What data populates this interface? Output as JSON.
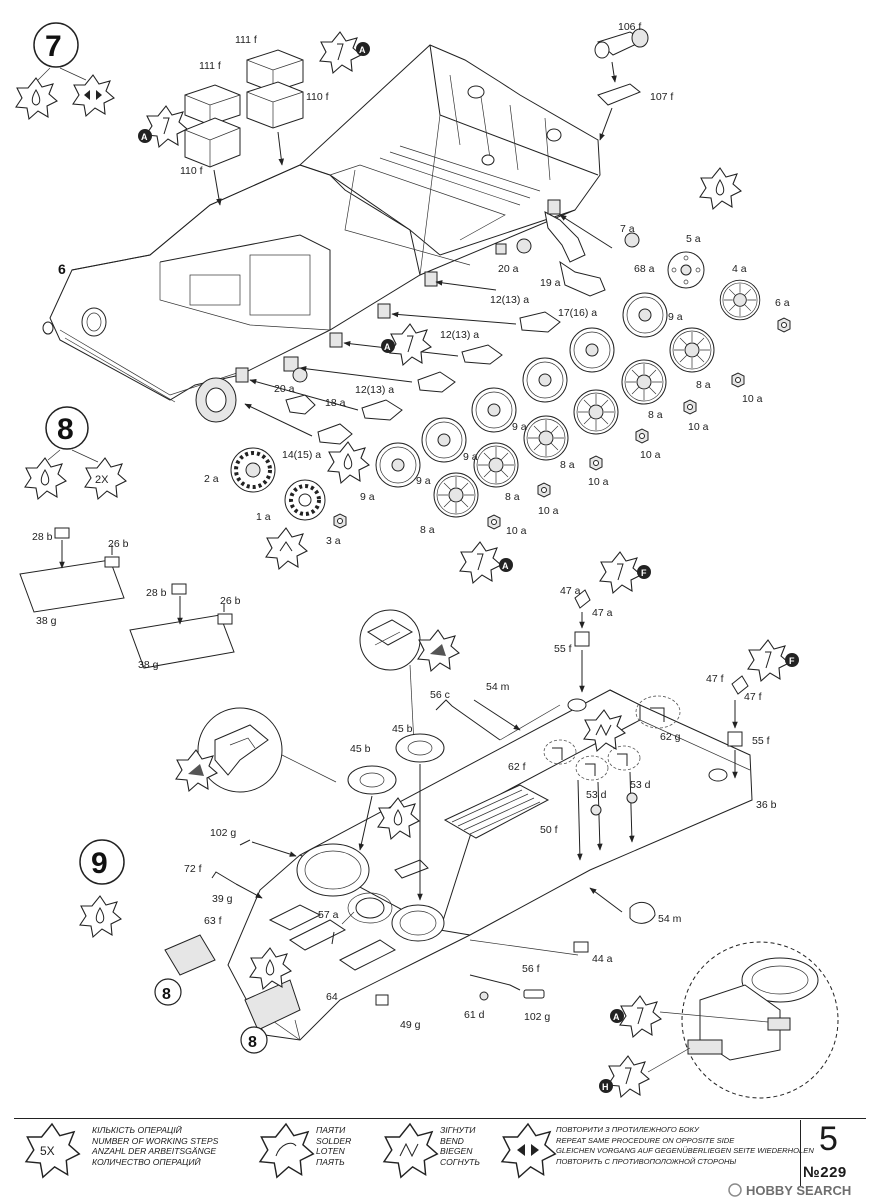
{
  "steps": {
    "step7": "7",
    "step8": "8",
    "step9": "9",
    "marker6": "6",
    "ref8a": "8",
    "ref8b": "8",
    "repeat_2x": "2X"
  },
  "callouts": {
    "A": "A",
    "F": "F",
    "H": "H"
  },
  "labels_step7": [
    "111 f",
    "111 f",
    "110 f",
    "110 f",
    "106 f",
    "107 f",
    "20 a",
    "20 a",
    "7 a",
    "5 a",
    "4 a",
    "6 a",
    "68 a",
    "19 a",
    "17(16) a",
    "12(13) a",
    "12(13) a",
    "12(13) a",
    "18 a",
    "14(15) a",
    "2 a",
    "1 a",
    "3 a"
  ],
  "labels_wheels": [
    "9 a",
    "9 a",
    "9 a",
    "9 a",
    "9 a",
    "8 a",
    "8 a",
    "8 a",
    "8 a",
    "8 a",
    "10 a",
    "10 a",
    "10 a",
    "10 a",
    "10 a",
    "10 a"
  ],
  "labels_step8": [
    "28 b",
    "26 b",
    "38 g",
    "28 b",
    "26 b",
    "38 g"
  ],
  "labels_step9": [
    "47 a",
    "47 a",
    "55 f",
    "47 f",
    "47 f",
    "55 f",
    "56 c",
    "54 m",
    "45 b",
    "45 b",
    "62 g",
    "62 f",
    "53 d",
    "53 d",
    "50 f",
    "36 b",
    "102 g",
    "72 f",
    "39 g",
    "63 f",
    "57 a",
    "64",
    "54 m",
    "44 a",
    "56 f",
    "61 d",
    "102 g",
    "49 g"
  ],
  "legend": {
    "steps": {
      "symbol": "5X",
      "lines": [
        "КІЛЬКІСТЬ ОПЕРАЦІЙ",
        "NUMBER OF WORKING STEPS",
        "ANZAHL DER ARBEITSGÄNGE",
        "КОЛИЧЕСТВО ОПЕРАЦИЙ"
      ]
    },
    "solder": {
      "symbol": "solder-icon",
      "lines": [
        "ПАЯТИ",
        "SOLDER",
        "LOTEN",
        "ПАЯТЬ"
      ]
    },
    "bend": {
      "symbol": "bend-icon",
      "lines": [
        "ЗІГНУТИ",
        "BEND",
        "BIEGEN",
        "СОГНУТЬ"
      ]
    },
    "repeat": {
      "symbol": "opposite-side-icon",
      "lines": [
        "ПОВТОРИТИ З ПРОТИЛЕЖНОГО БОКУ",
        "REPEAT SAME PROCEDURE ON OPPOSITE SIDE",
        "GLEICHEN VORGANG AUF GEGENÜBERLIEGEN SEITE WIEDERHOLEN",
        "ПОВТОРИТЬ С ПРОТИВОПОЛОЖНОЙ СТОРОНЫ"
      ]
    }
  },
  "page": {
    "number": "5",
    "kit_no": "№229"
  },
  "watermark": "HOBBY SEARCH",
  "colors": {
    "ink": "#1a1a1a",
    "paper": "#ffffff",
    "shade": "#e6e6e6"
  }
}
